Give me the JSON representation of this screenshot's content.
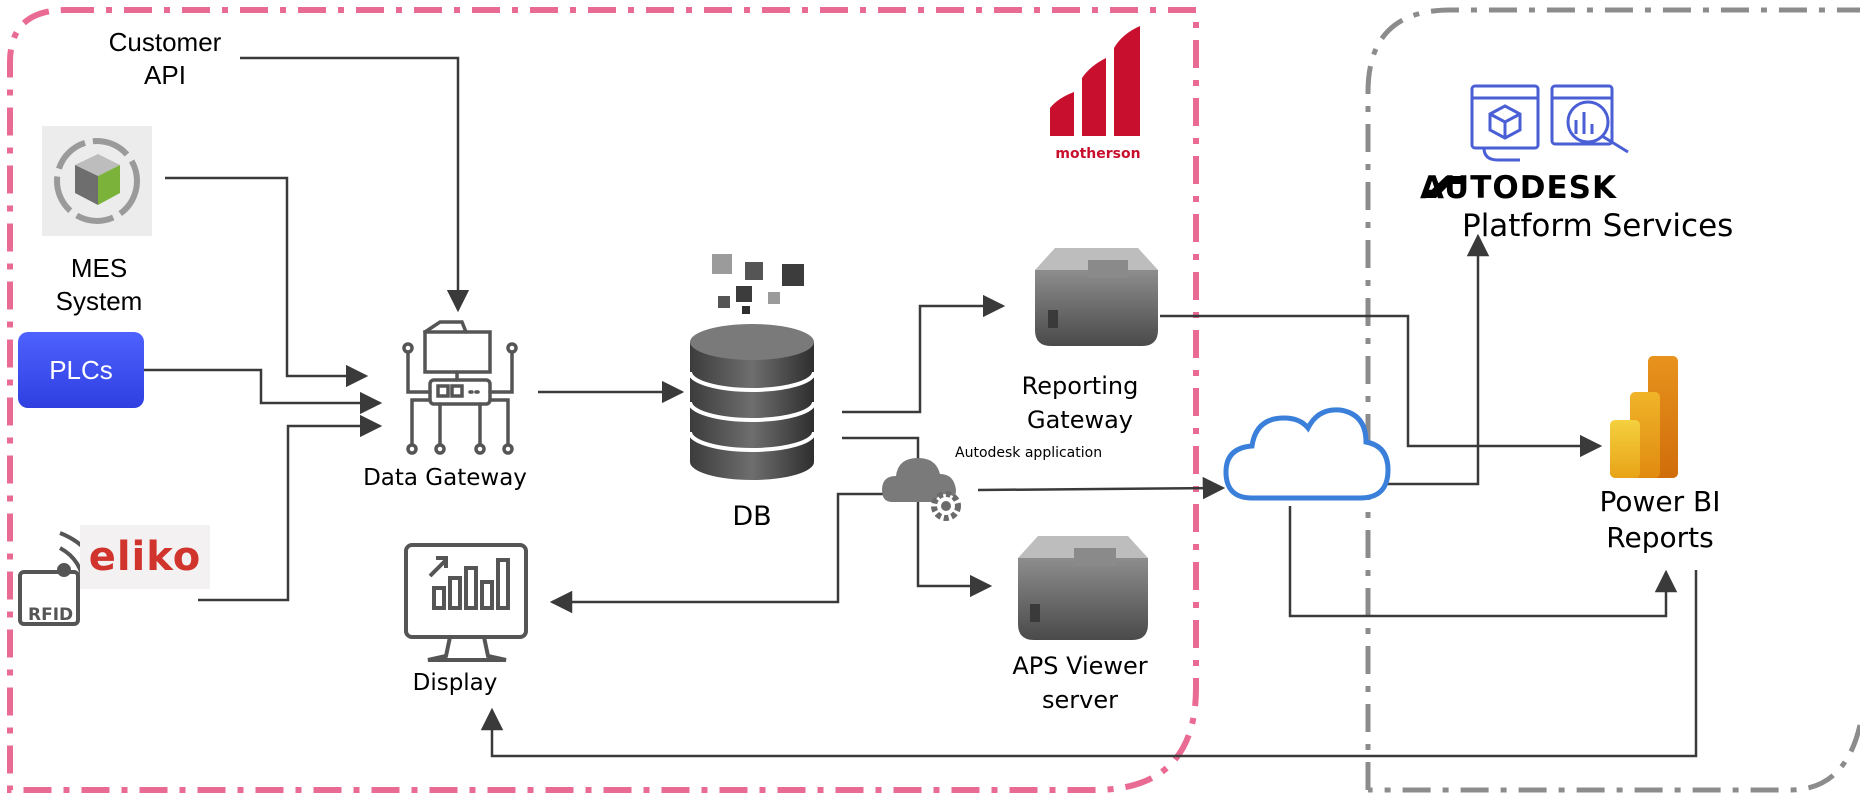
{
  "sources": {
    "customer_api": "Customer\nAPI",
    "mes_system": "MES\nSystem",
    "plcs": "PLCs",
    "eliko_logo": "eliko",
    "rfid_badge": "RFID"
  },
  "nodes": {
    "data_gateway": "Data Gateway",
    "db": "DB",
    "reporting_gateway": "Reporting\nGateway",
    "aps_viewer_server": "APS Viewer\nserver",
    "display": "Display",
    "autodesk_application": "Autodesk application",
    "power_bi_reports": "Power BI\nReports"
  },
  "branding": {
    "motherson": "motherson",
    "autodesk": "AUTODESK",
    "platform_services": "Platform Services"
  },
  "colors": {
    "motherson_boundary": "#e96b93",
    "cloud_boundary": "#8c8c8c",
    "plcs_box": "#3d50f0",
    "motherson_red": "#c8102e",
    "eliko_red": "#d0342c",
    "powerbi_yellow": "#f2c811",
    "cloud_blue": "#3a7fd9",
    "autodesk_icon_blue": "#4a5fd6",
    "arrow": "#3a3a3a"
  }
}
